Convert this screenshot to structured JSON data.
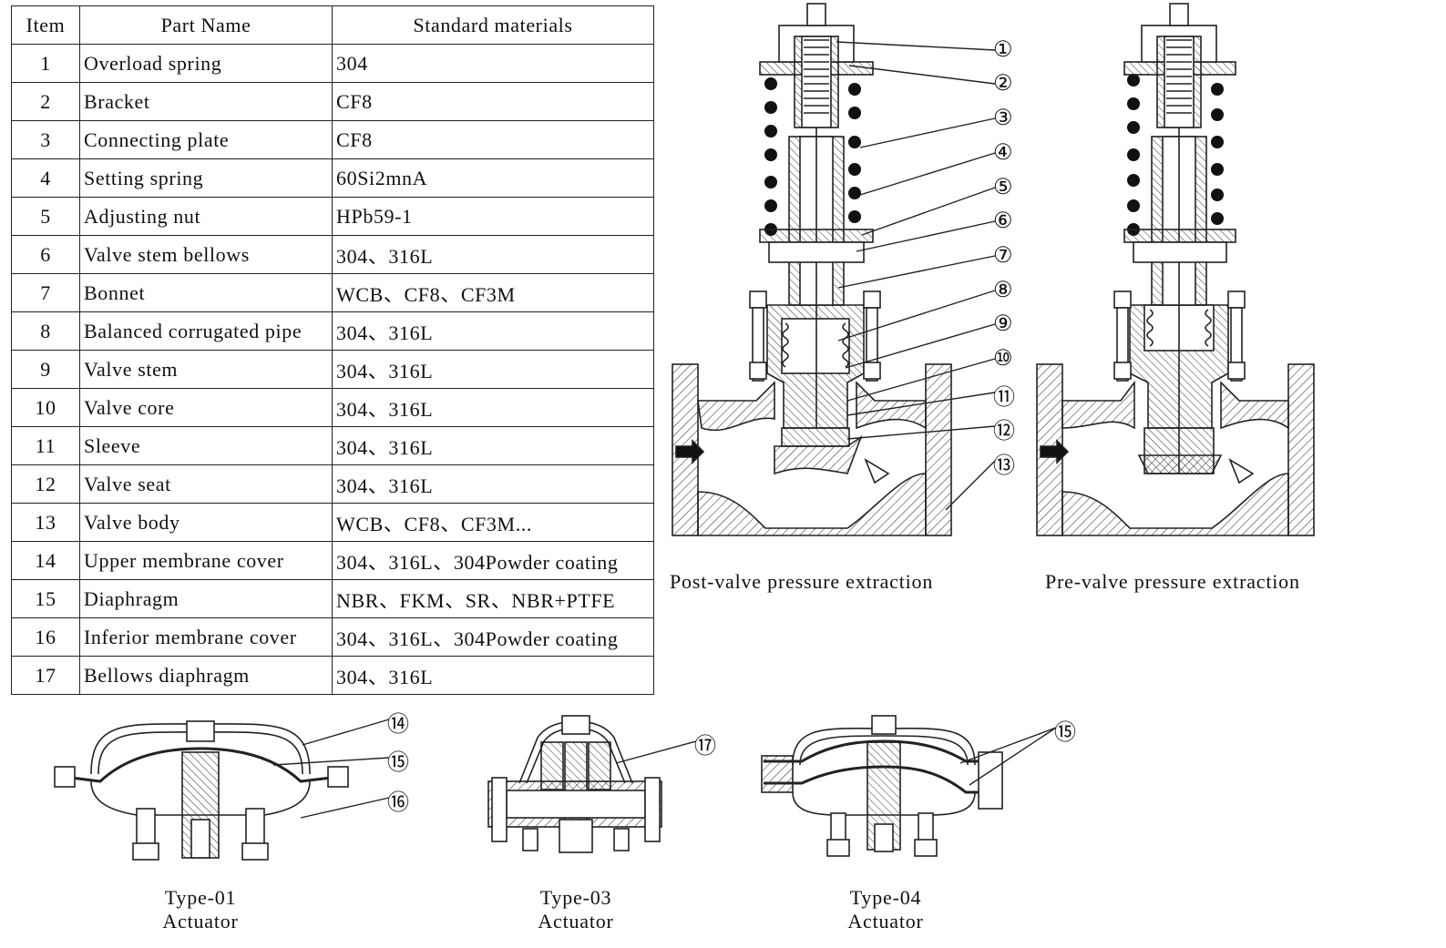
{
  "table": {
    "headers": [
      "Item",
      "Part Name",
      "Standard materials"
    ],
    "rows": [
      [
        "1",
        "Overload spring",
        "304"
      ],
      [
        "2",
        "Bracket",
        "CF8"
      ],
      [
        "3",
        "Connecting plate",
        "CF8"
      ],
      [
        "4",
        "Setting spring",
        "60Si2mnA"
      ],
      [
        "5",
        "Adjusting nut",
        "HPb59-1"
      ],
      [
        "6",
        "Valve stem bellows",
        "304、316L"
      ],
      [
        "7",
        "Bonnet",
        "WCB、CF8、CF3M"
      ],
      [
        "8",
        "Balanced corrugated pipe",
        "304、316L"
      ],
      [
        "9",
        "Valve stem",
        "304、316L"
      ],
      [
        "10",
        "Valve core",
        "304、316L"
      ],
      [
        "11",
        "Sleeve",
        "304、316L"
      ],
      [
        "12",
        "Valve seat",
        "304、316L"
      ],
      [
        "13",
        "Valve body",
        "WCB、CF8、CF3M..."
      ],
      [
        "14",
        "Upper membrane cover",
        "304、316L、304Powder coating"
      ],
      [
        "15",
        "Diaphragm",
        "NBR、FKM、SR、NBR+PTFE"
      ],
      [
        "16",
        "Inferior membrane cover",
        "304、316L、304Powder coating"
      ],
      [
        "17",
        "Bellows diaphragm",
        "304、316L"
      ]
    ]
  },
  "callouts_valve": [
    "①",
    "②",
    "③",
    "④",
    "⑤",
    "⑥",
    "⑦",
    "⑧",
    "⑨",
    "⑩",
    "⑪",
    "⑫",
    "⑬"
  ],
  "callouts_actuator": {
    "type01": [
      "⑭",
      "⑮",
      "⑯"
    ],
    "type03": [
      "⑰"
    ],
    "type04": [
      "⑮"
    ]
  },
  "captions": {
    "post_valve": "Post-valve pressure extraction",
    "pre_valve": "Pre-valve pressure extraction",
    "type01": [
      "Type-01",
      "Actuator"
    ],
    "type03": [
      "Type-03",
      "Actuator"
    ],
    "type04": [
      "Type-04",
      "Actuator"
    ]
  },
  "colors": {
    "line": "#222222",
    "background": "#ffffff"
  }
}
